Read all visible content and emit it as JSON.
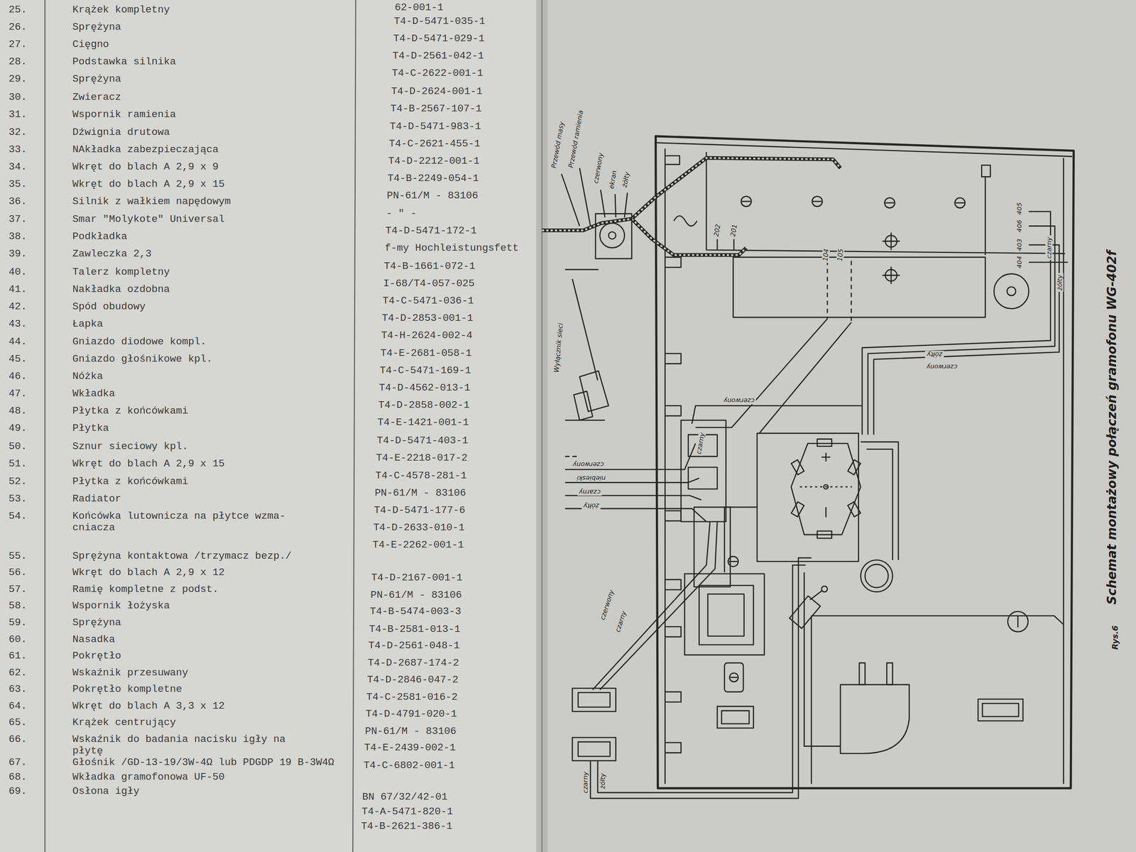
{
  "diagram": {
    "caption": "Schemat montażowy połączeń gramofonu WG-402f",
    "labels": [
      "25.",
      "Krążek kompletny",
      "26.",
      "Sprężyna",
      "27.",
      "Cięgno",
      "28.",
      "Podstawka silnika",
      "29.",
      "Sprężyna",
      "30.",
      "Zwieracz",
      "31.",
      "Wspornik ramienia",
      "32.",
      "Dźwignia drutowa",
      "33.",
      "NAkładka zabezpieczająca",
      "34.",
      "Wkręt do blach A 2,9 x 9",
      "35.",
      "Wkręt do blach A 2,9 x 15",
      "36.",
      "Silnik z wałkiem napędowym",
      "37.",
      "Smar \"Molykote\" Universal",
      "38.",
      "Podkładka",
      "39.",
      "Zawleczka 2,3",
      "40.",
      "Talerz kompletny",
      "41.",
      "Nakładka ozdobna",
      "42.",
      "Spód obudowy",
      "43.",
      "Łapka",
      "44.",
      "Gniazdo diodowe kompl.",
      "45.",
      "Gniazdo głośnikowe kpl.",
      "46.",
      "Nóżka",
      "47.",
      "Wkładka",
      "48.",
      "Płytka z końcówkami",
      "49.",
      "Płytka",
      "50.",
      "Sznur sieciowy kpl.",
      "51.",
      "Wkręt do blach A 2,9 x 15",
      "52.",
      "Płytka z końcówkami",
      "53.",
      "Radiator",
      "54.",
      "Końcówka lutownicza na płytce wzma- cniacza",
      "55.",
      "Sprężyna kontaktowa /trzymacz bezp./",
      "56.",
      "Wkręt do blach A 2,9 x 12",
      "57.",
      "Ramię kompletne z podst.",
      "58.",
      "Wspornik łożyska",
      "59.",
      "Sprężyna",
      "60.",
      "Nasadka",
      "61.",
      "Pokrętło",
      "62.",
      "Wskaźnik przesuwany",
      "63.",
      "Pokrętło kompletne",
      "64.",
      "Wkręt do blach A 3,3 x 12",
      "65.",
      "Krążek centrujący",
      "66.",
      "Wskaźnik do badania nacisku igły na płytę",
      "67.",
      "Głośnik /GD-13-19/3W-4Ω lub PDGDP 19 B-3W4Ω",
      "68.",
      "Wkładka gramofonowa UF-50",
      "69.",
      "Osłona igły",
      "62-001-1",
      "T4-D-5471-035-1",
      "T4-D-5471-029-1",
      "T4-D-2561-042-1",
      "T4-C-2622-001-1",
      "T4-D-2624-001-1",
      "T4-B-2567-107-1",
      "T4-D-5471-983-1",
      "T4-C-2621-455-1",
      "T4-D-2212-001-1",
      "T4-B-2249-054-1",
      "PN-61/M - 83106",
      "- \" -",
      "T4-D-5471-172-1",
      "f-my Hochleistungsfett",
      "T4-B-1661-072-1",
      "I-68/T4-057-025",
      "T4-C-5471-036-1",
      "T4-D-2853-001-1",
      "T4-H-2624-002-4",
      "T4-E-2681-058-1",
      "T4-C-5471-169-1",
      "T4-D-4562-013-1",
      "T4-D-2858-002-1",
      "T4-E-1421-001-1",
      "T4-D-5471-403-1",
      "T4-E-2218-017-2",
      "T4-C-4578-281-1",
      "PN-61/M - 83106",
      "T4-D-5471-177-6",
      "T4-D-2633-010-1",
      "T4-E-2262-001-1",
      "T4-D-2167-001-1",
      "PN-61/M - 83106",
      "T4-B-5474-003-3",
      "T4-B-2581-013-1",
      "T4-D-2561-048-1",
      "T4-D-2687-174-2",
      "T4-D-2846-047-2",
      "T4-C-2581-016-2",
      "T4-D-4791-020-1",
      "PN-61/M - 83106",
      "T4-E-2439-002-1",
      "T4-C-6802-001-1",
      "BN 67/32/42-01",
      "T4-A-5471-820-1",
      "T4-B-2621-386-1",
      "Przewód masy",
      "Przewód ramienia",
      "czerwony",
      "ekran",
      "żółty",
      "202",
      "201",
      "104",
      "105",
      "405",
      "406",
      "403",
      "404",
      "czarny",
      "żółty",
      "żółty",
      "czerwony",
      "czerwony",
      "czarny",
      "Wyłącznik sieci",
      "czerwony",
      "niebieski",
      "czarny",
      "żółty",
      "czerwony",
      "czarny",
      "czarny",
      "żółty",
      "Rys.6"
    ]
  }
}
